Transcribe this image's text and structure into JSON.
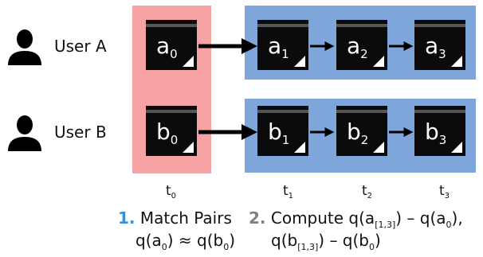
{
  "users": [
    {
      "label": "User A",
      "icon": "user-silhouette-icon"
    },
    {
      "label": "User B",
      "icon": "user-silhouette-icon"
    }
  ],
  "rows": [
    {
      "letter": "a",
      "subs": [
        "0",
        "1",
        "2",
        "3"
      ]
    },
    {
      "letter": "b",
      "subs": [
        "0",
        "1",
        "2",
        "3"
      ]
    }
  ],
  "times": [
    {
      "t": "t",
      "s": "0"
    },
    {
      "t": "t",
      "s": "1"
    },
    {
      "t": "t",
      "s": "2"
    },
    {
      "t": "t",
      "s": "3"
    }
  ],
  "caption1": {
    "number": "1.",
    "title": "Match Pairs",
    "formula": "q(a₀) ≈ q(b₀)"
  },
  "caption2": {
    "number": "2.",
    "line1": "Compute q(a[1,3]) – q(a₀),",
    "line2": "q(b[1,3]) – q(b₀)"
  },
  "colors": {
    "match_panel": "#f7a3a3",
    "compute_panel": "#7ea6db",
    "doc": "#0b0b0b",
    "step1": "#3b8fd0",
    "step2": "#808080"
  }
}
